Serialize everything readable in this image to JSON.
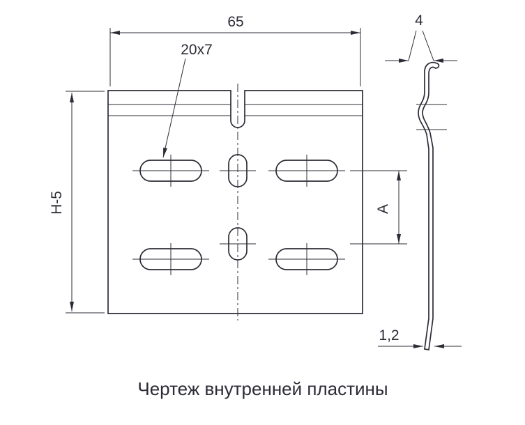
{
  "figure": {
    "caption": "Чертеж внутренней пластины",
    "labels": {
      "width_top": "65",
      "slot_size": "20х7",
      "height_left": "Н-5",
      "row_spacing": "А",
      "hook_depth": "4",
      "material_thickness": "1,2"
    },
    "colors": {
      "line": "#2c2c36",
      "background": "#ffffff"
    }
  }
}
